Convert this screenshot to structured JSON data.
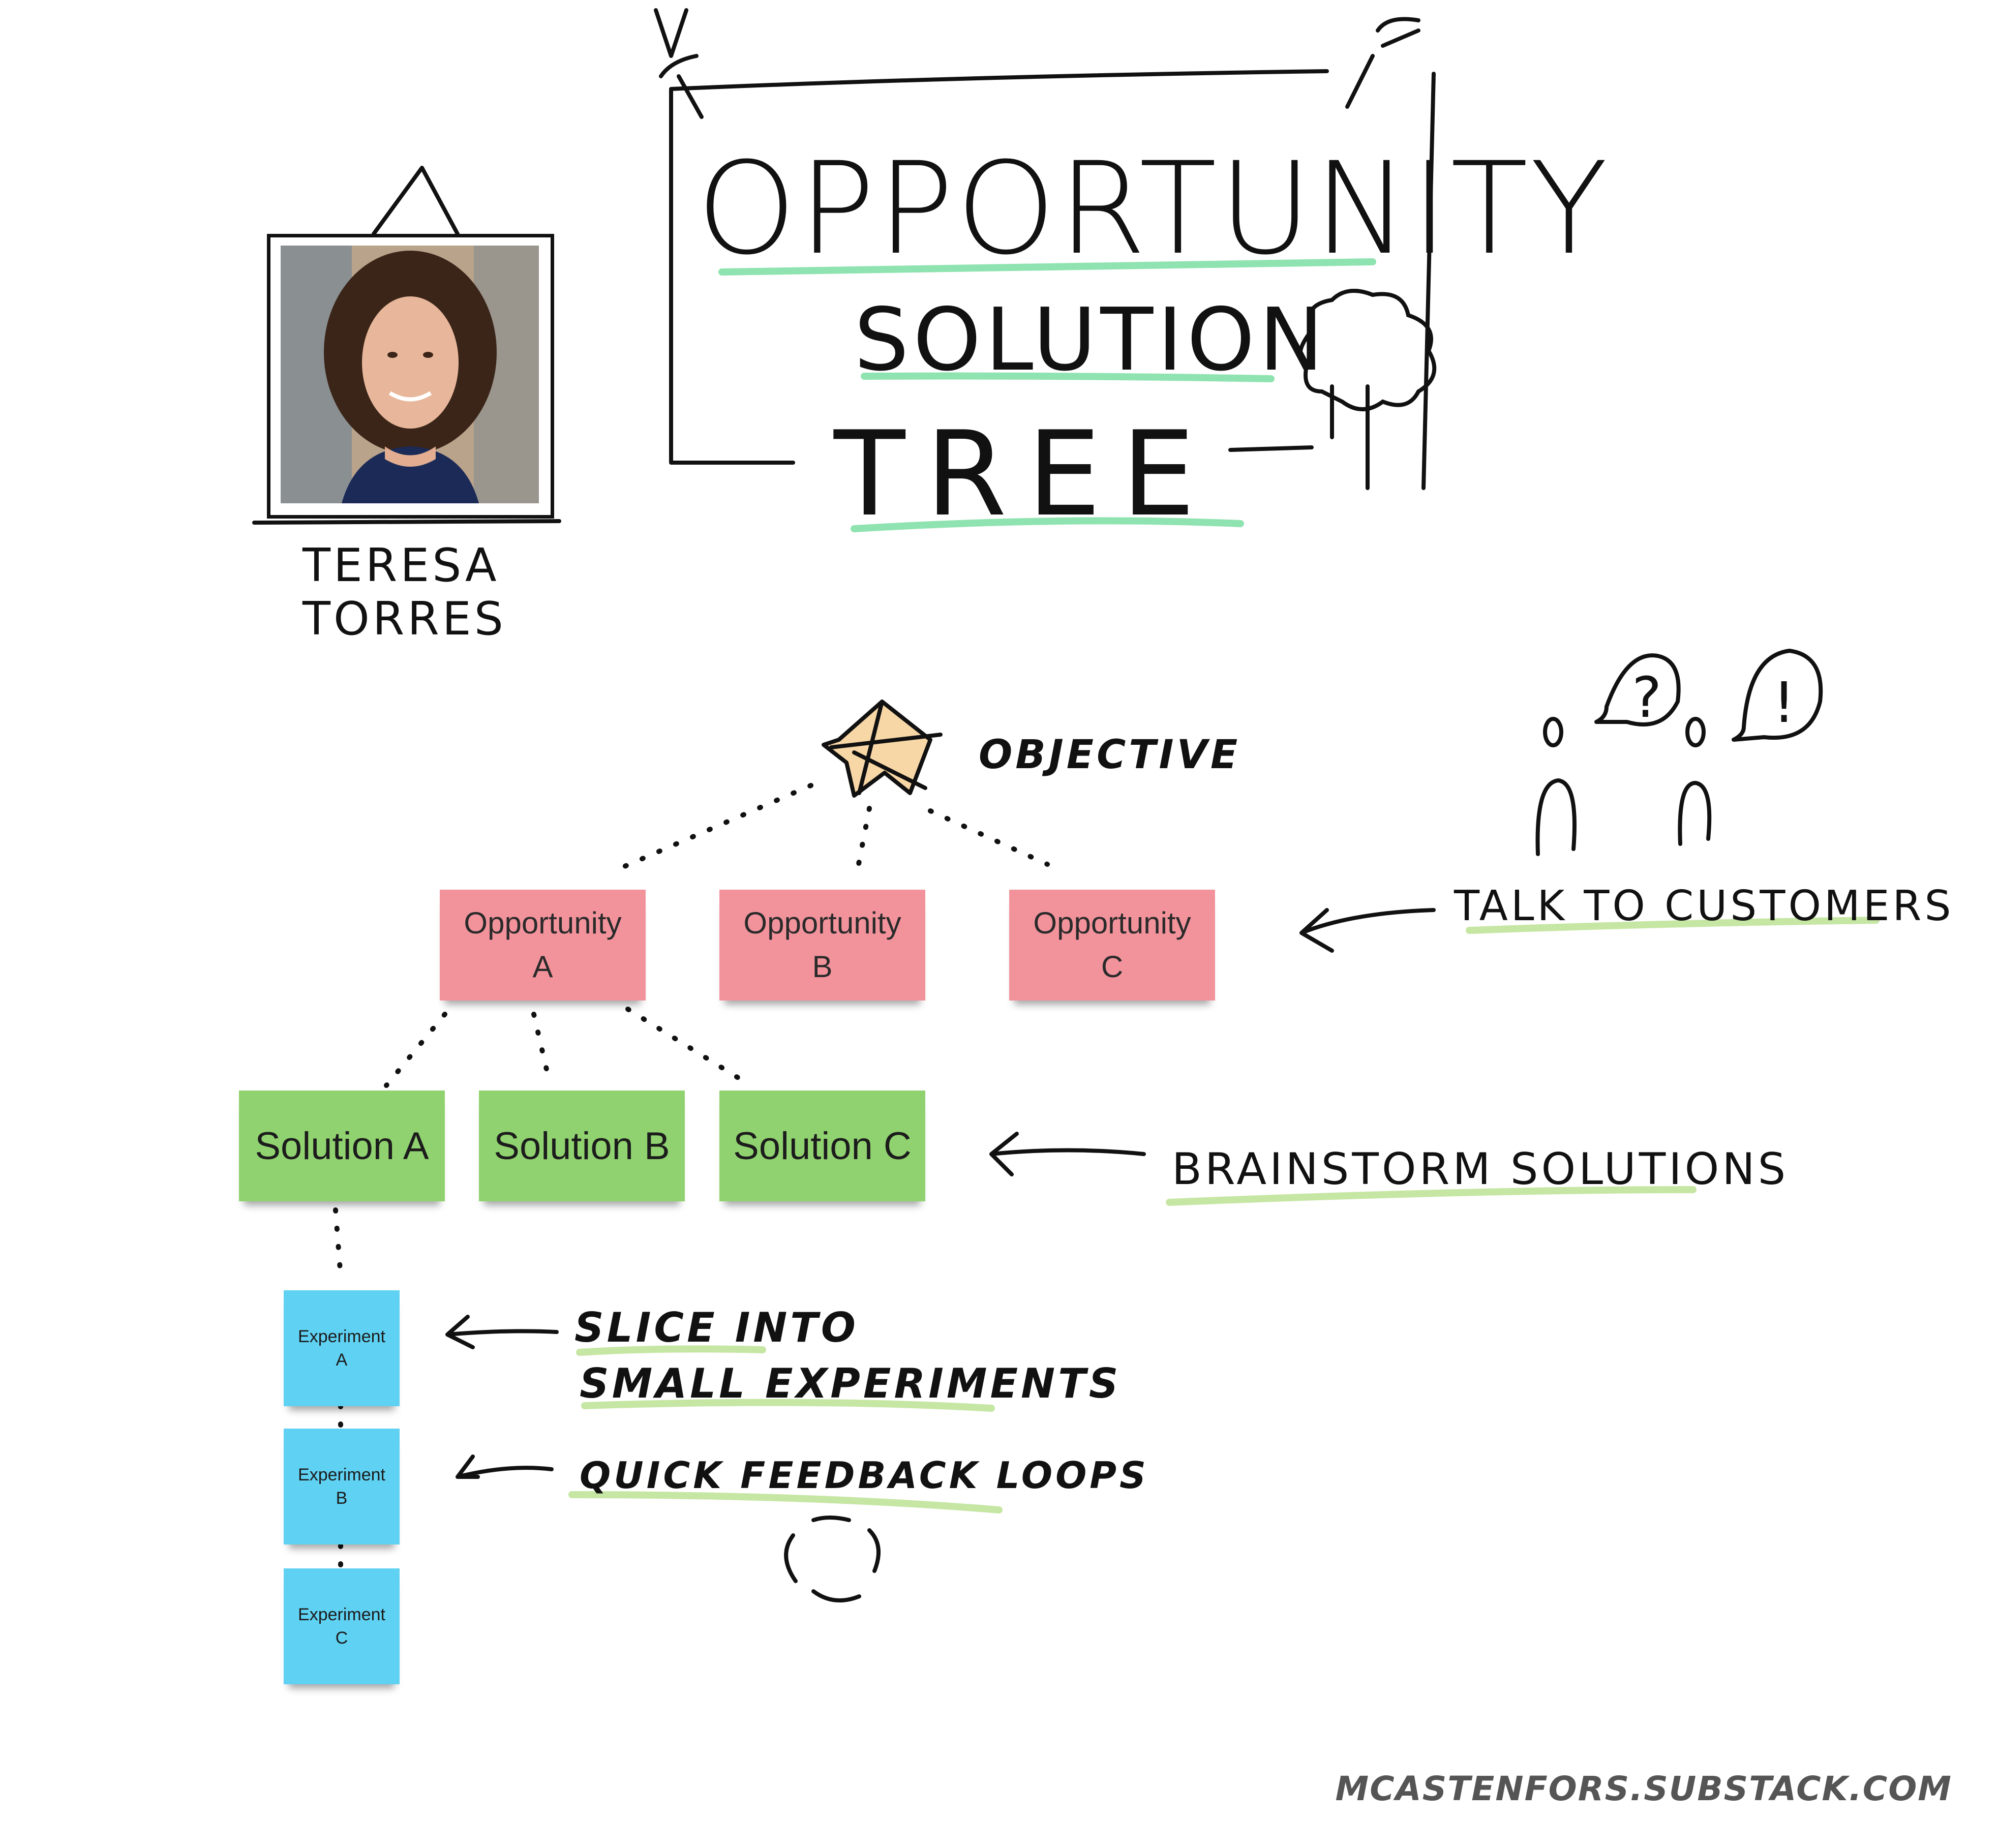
{
  "title": {
    "line1": "OPPORTUNITY",
    "line2": "SOLUTION",
    "line3": "TREE"
  },
  "portrait": {
    "name_line1": "TERESA",
    "name_line2": "TORRES"
  },
  "objective_label": "OBJECTIVE",
  "opportunities": [
    {
      "line1": "Opportunity",
      "line2": "A"
    },
    {
      "line1": "Opportunity",
      "line2": "B"
    },
    {
      "line1": "Opportunity",
      "line2": "C"
    }
  ],
  "solutions": [
    "Solution A",
    "Solution B",
    "Solution C"
  ],
  "experiments": [
    {
      "line1": "Experiment",
      "line2": "A"
    },
    {
      "line1": "Experiment",
      "line2": "B"
    },
    {
      "line1": "Experiment",
      "line2": "C"
    }
  ],
  "annotations": {
    "talk": "TALK TO CUSTOMERS",
    "brainstorm": "BRAINSTORM SOLUTIONS",
    "slice_line1": "SLICE INTO",
    "slice_line2": "SMALL EXPERIMENTS",
    "feedback": "QUICK FEEDBACK LOOPS"
  },
  "speech_bubbles": [
    "?",
    "!"
  ],
  "watermark": "MCASTENFORS.SUBSTACK.COM",
  "colors": {
    "highlight_green": "#8fe3b0",
    "highlight_lime": "#c6e6a4",
    "opportunity": "#f2939c",
    "solution": "#90d26f",
    "experiment": "#5fd1f2",
    "star_fill": "#f7d7a6",
    "bubble_blue": "#9cc9f0"
  },
  "icons": [
    "push-pin-icon",
    "tree-icon",
    "star-icon",
    "person-icon",
    "speech-bubble-icon",
    "arrow-left-icon",
    "cycle-arrows-icon"
  ]
}
